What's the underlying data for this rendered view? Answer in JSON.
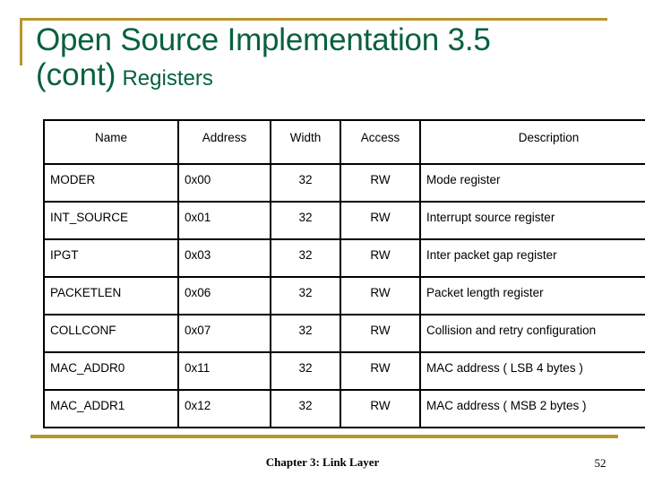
{
  "theme": {
    "title_color": "#08613c",
    "accent_color": "#b8962b",
    "table_border_color": "#000000",
    "background_color": "#ffffff"
  },
  "slide": {
    "title_line1": "Open Source Implementation 3.5",
    "title_cont": "(cont)",
    "title_subject": "Registers"
  },
  "table": {
    "headers": {
      "name": "Name",
      "address": "Address",
      "width": "Width",
      "access": "Access",
      "description": "Description"
    },
    "rows": [
      {
        "name": "MODER",
        "address": "0x00",
        "width": "32",
        "access": "RW",
        "description": "Mode register"
      },
      {
        "name": "INT_SOURCE",
        "address": "0x01",
        "width": "32",
        "access": "RW",
        "description": "Interrupt source register"
      },
      {
        "name": "IPGT",
        "address": "0x03",
        "width": "32",
        "access": "RW",
        "description": "Inter packet gap register"
      },
      {
        "name": "PACKETLEN",
        "address": "0x06",
        "width": "32",
        "access": "RW",
        "description": "Packet length register"
      },
      {
        "name": "COLLCONF",
        "address": "0x07",
        "width": "32",
        "access": "RW",
        "description": "Collision and retry configuration"
      },
      {
        "name": "MAC_ADDR0",
        "address": "0x11",
        "width": "32",
        "access": "RW",
        "description": "MAC address ( LSB 4 bytes )"
      },
      {
        "name": "MAC_ADDR1",
        "address": "0x12",
        "width": "32",
        "access": "RW",
        "description": "MAC address ( MSB 2 bytes )"
      }
    ]
  },
  "footer": {
    "caption": "Chapter 3: Link Layer",
    "page_number": "52"
  }
}
